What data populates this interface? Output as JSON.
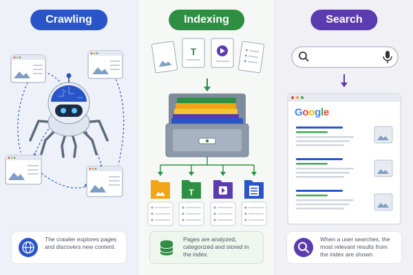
{
  "panels": [
    {
      "title": "Crawling",
      "color": "#2a55c8",
      "caption": "The crawler explores pages and discovers new content."
    },
    {
      "title": "Indexing",
      "color": "#2e8f42",
      "caption": "Pages are analyzed, categorized and stored in the index."
    },
    {
      "title": "Search",
      "color": "#5b3bb0",
      "caption": "When a user searches, the most relevant results from the index are shown."
    }
  ],
  "browser": {
    "logo": "Google"
  },
  "icons": {
    "crawling": [
      "page-thumbnail-icon",
      "crawler-robot-icon",
      "globe-icon"
    ],
    "indexing": [
      "document-icon",
      "file-cabinet-icon",
      "folder-icon",
      "database-icon"
    ],
    "search": [
      "search-icon",
      "microphone-icon",
      "magnifier-icon"
    ]
  },
  "colors": {
    "blue": "#2a55c8",
    "green": "#2e8f42",
    "purple": "#5b3bb0",
    "orange": "#f2a417"
  }
}
